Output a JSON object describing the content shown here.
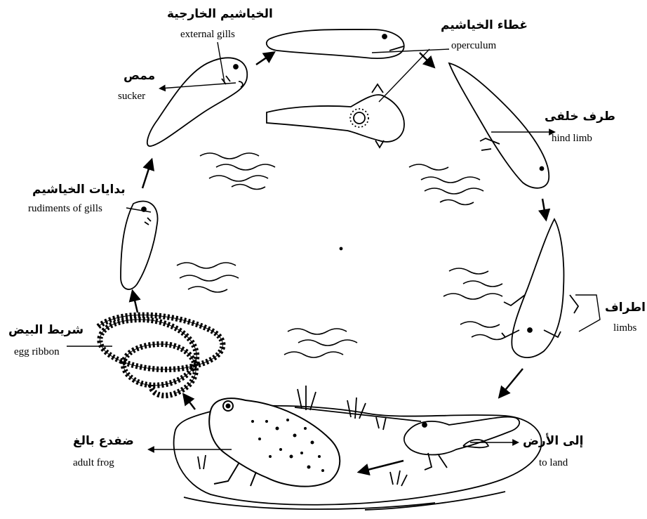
{
  "labels": {
    "external_gills": {
      "ar": "الخياشيم الخارجية",
      "en": "external gills"
    },
    "operculum": {
      "ar": "غطاء الخياشيم",
      "en": "operculum"
    },
    "sucker": {
      "ar": "ممص",
      "en": "sucker"
    },
    "hind_limb": {
      "ar": "طرف خلفى",
      "en": "hind limb"
    },
    "rudiments_of_gills": {
      "ar": "بدايات الخياشيم",
      "en": "rudiments of gills"
    },
    "limbs": {
      "ar": "اطراف",
      "en": "limbs"
    },
    "egg_ribbon": {
      "ar": "شريط البيض",
      "en": "egg ribbon"
    },
    "adult_frog": {
      "ar": "ضفدع بالغ",
      "en": "adult frog"
    },
    "to_land": {
      "ar": "إلى الأرض",
      "en": "to land"
    }
  },
  "colors": {
    "ink": "#000000",
    "background": "#ffffff"
  }
}
